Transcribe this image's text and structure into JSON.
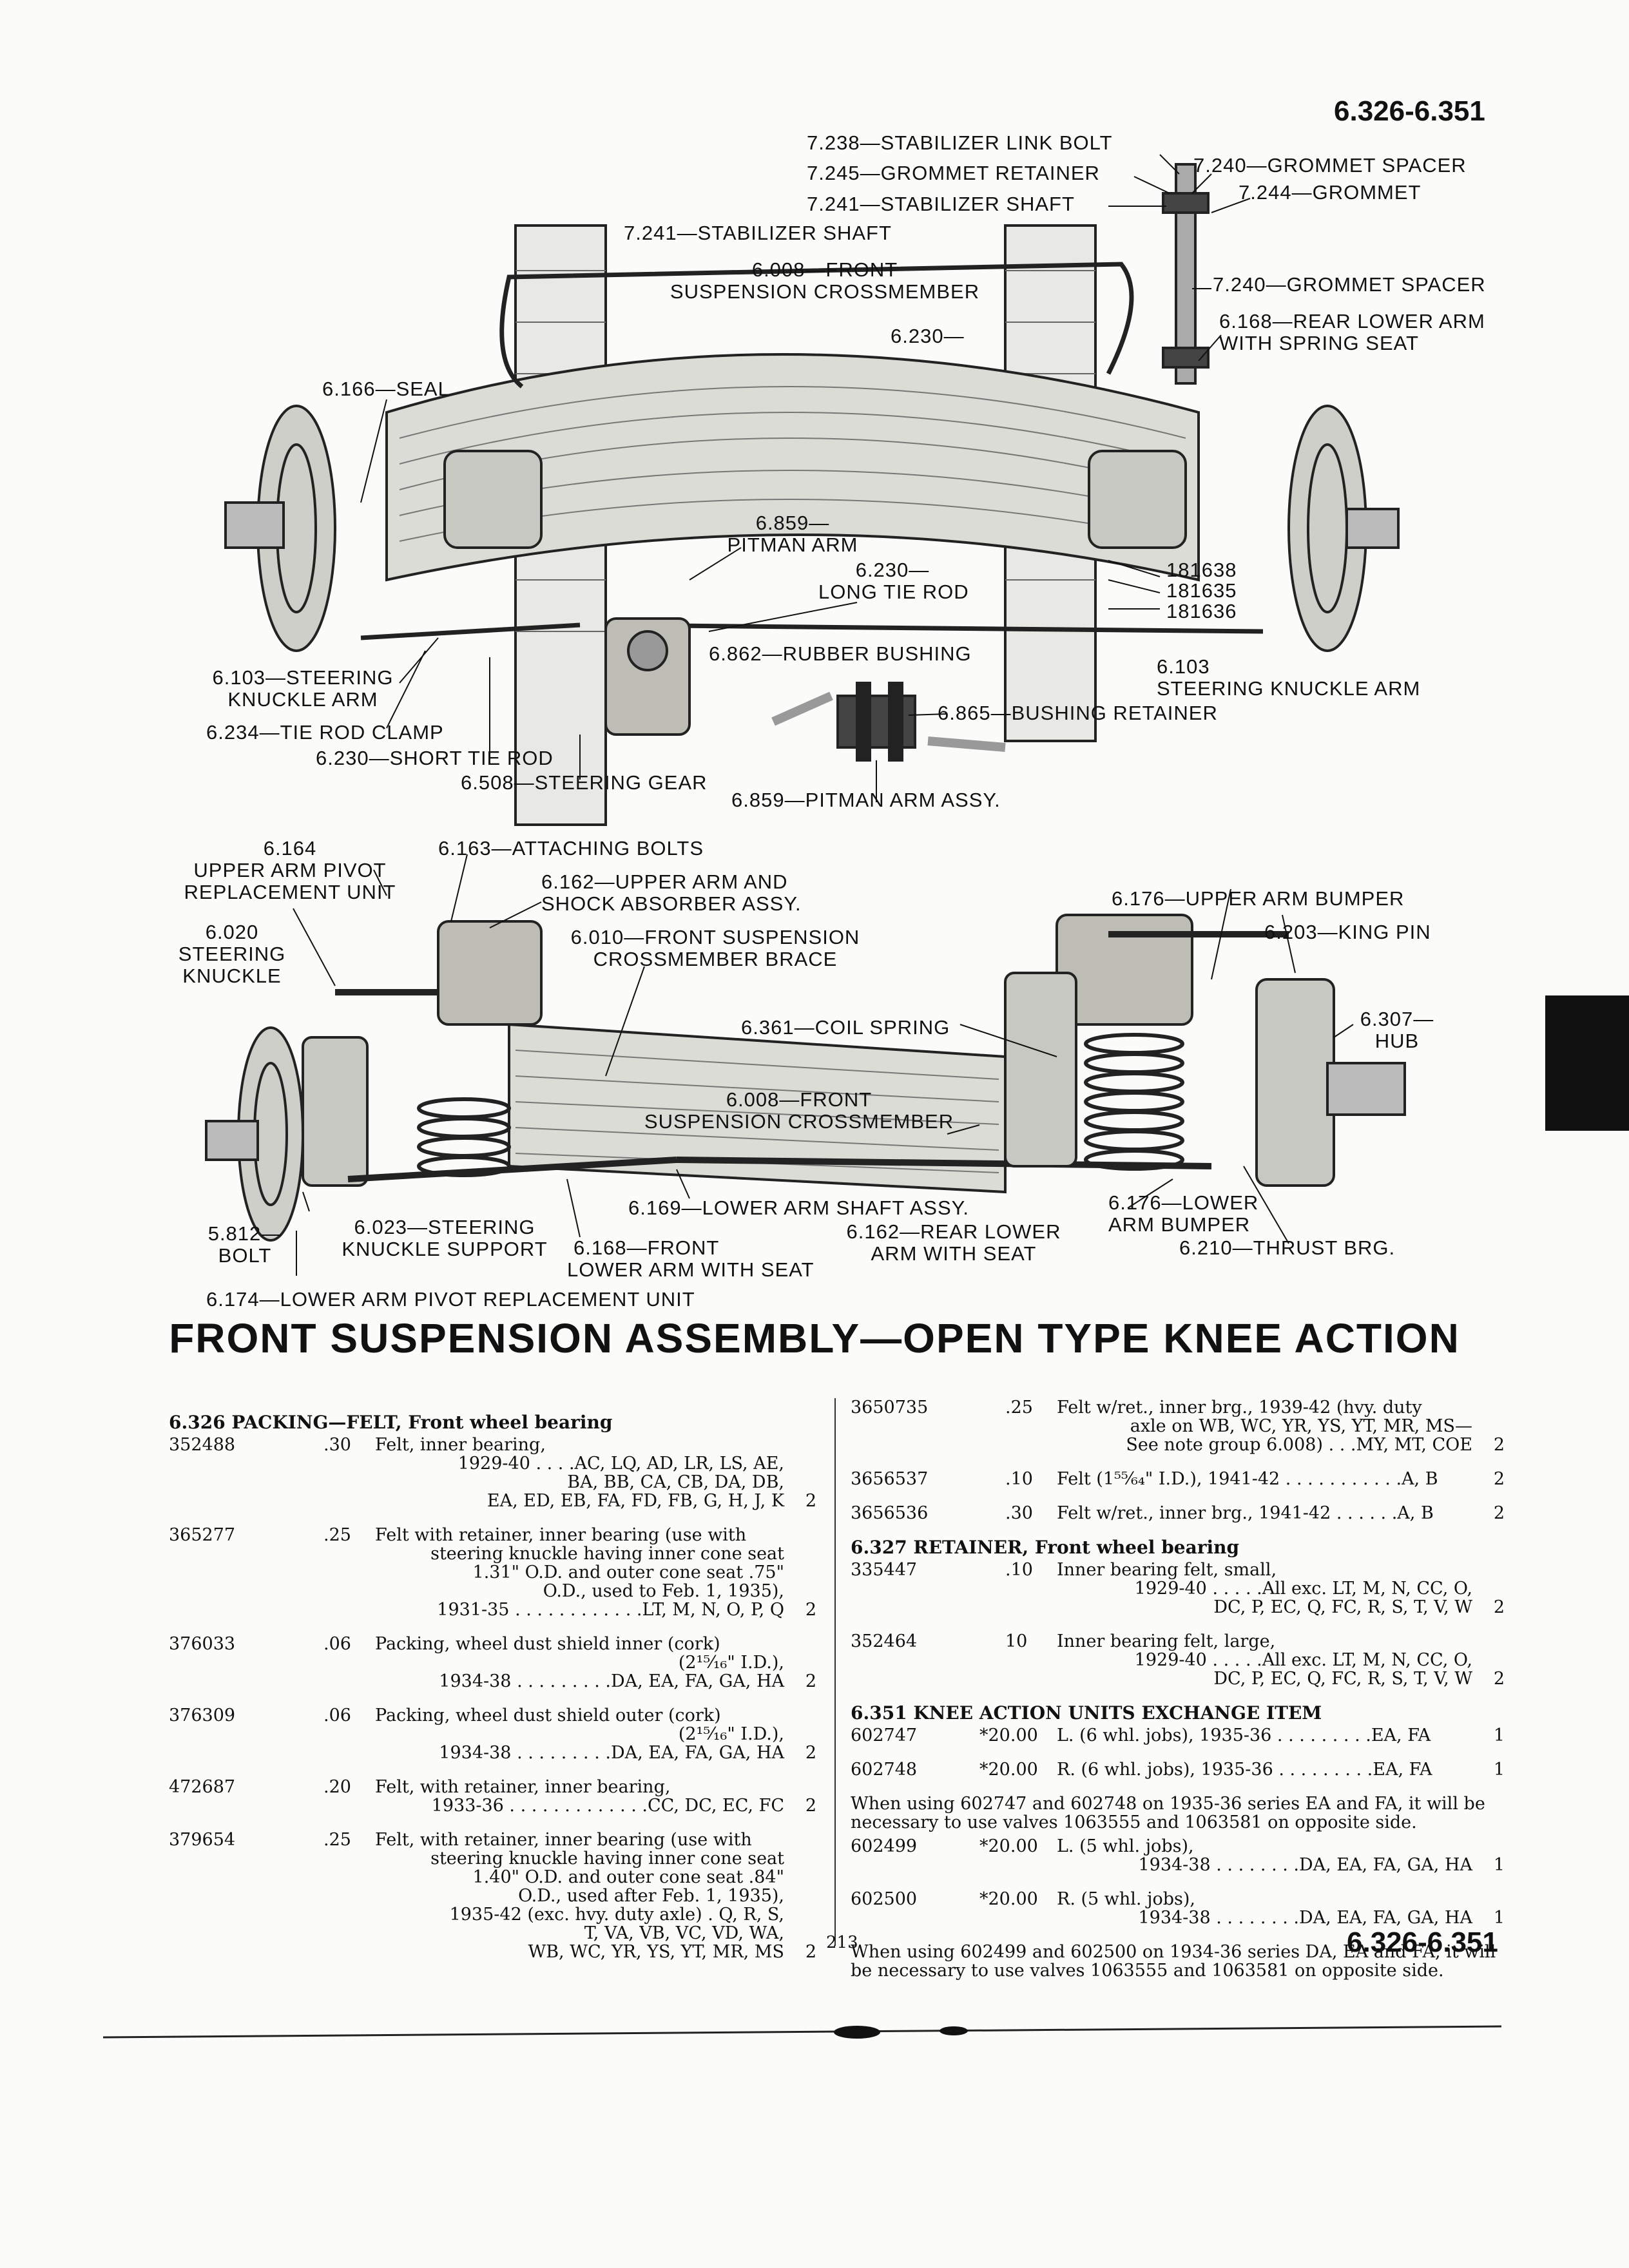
{
  "header": {
    "range_top": "6.326-6.351",
    "range_bottom": "6.326-6.351",
    "page_number": "213"
  },
  "diagram_top": {
    "labels": [
      "7.238—STABILIZER LINK BOLT",
      "7.245—GROMMET RETAINER",
      "7.241—STABILIZER SHAFT",
      "7.240—GROMMET SPACER",
      "7.244—GROMMET",
      "7.241—STABILIZER SHAFT",
      "6.008—FRONT",
      "SUSPENSION CROSSMEMBER",
      "7.240—GROMMET SPACER",
      "6.168—REAR LOWER ARM",
      "WITH SPRING SEAT",
      "6.166—SEAL",
      "6.230—",
      "6.859—",
      "PITMAN ARM",
      "6.230—",
      "LONG TIE ROD",
      "181638",
      "181635",
      "181636",
      "6.862—RUBBER BUSHING",
      "6.103—STEERING",
      "KNUCKLE ARM",
      "6.103",
      "STEERING KNUCKLE ARM",
      "6.865—BUSHING RETAINER",
      "6.234—TIE ROD CLAMP",
      "6.230—SHORT TIE ROD",
      "6.508—STEERING GEAR",
      "6.859—PITMAN ARM ASSY."
    ]
  },
  "diagram_bottom": {
    "labels": [
      "6.164",
      "UPPER ARM PIVOT",
      "REPLACEMENT UNIT",
      "6.163—ATTACHING BOLTS",
      "6.162—UPPER ARM AND",
      "SHOCK ABSORBER ASSY.",
      "6.020",
      "STEERING",
      "KNUCKLE",
      "6.010—FRONT SUSPENSION",
      "CROSSMEMBER BRACE",
      "6.176—UPPER ARM BUMPER",
      "6.203—KING PIN",
      "6.361—COIL SPRING",
      "6.307—",
      "HUB",
      "6.008—FRONT",
      "SUSPENSION CROSSMEMBER",
      "6.169—LOWER ARM SHAFT ASSY.",
      "6.176—LOWER",
      "ARM BUMPER",
      "5.812—",
      "BOLT",
      "6.023—STEERING",
      "KNUCKLE SUPPORT",
      "6.168—FRONT",
      "LOWER ARM WITH SEAT",
      "6.162—REAR LOWER",
      "ARM WITH SEAT",
      "6.210—THRUST BRG.",
      "6.174—LOWER ARM PIVOT REPLACEMENT UNIT"
    ]
  },
  "title": "FRONT SUSPENSION ASSEMBLY—OPEN TYPE KNEE ACTION",
  "left_column": {
    "section_6_326": "6.326  PACKING—FELT, Front wheel bearing",
    "entries": [
      {
        "part": "352488",
        "price": ".30",
        "desc": [
          "Felt, inner bearing,",
          "1929-40 . . . .AC, LQ, AD, LR, LS, AE,",
          "BA, BB, CA, CB, DA, DB,",
          "EA, ED, EB, FA, FD, FB, G, H, J, K"
        ],
        "qty": "2"
      },
      {
        "part": "365277",
        "price": ".25",
        "desc": [
          "Felt with retainer, inner bearing (use with",
          "steering knuckle having inner cone seat",
          "1.31\" O.D. and outer cone seat .75\"",
          "O.D., used to Feb. 1, 1935),",
          "1931-35 . . . . . . . . . . . .LT, M, N, O, P, Q"
        ],
        "qty": "2"
      },
      {
        "part": "376033",
        "price": ".06",
        "desc": [
          "Packing, wheel dust shield inner (cork)",
          "(2¹⁵⁄₁₆\" I.D.),",
          "1934-38 . . . . . . . . .DA, EA, FA, GA, HA"
        ],
        "qty": "2"
      },
      {
        "part": "376309",
        "price": ".06",
        "desc": [
          "Packing, wheel dust shield outer (cork)",
          "(2¹⁵⁄₁₆\" I.D.),",
          "1934-38 . . . . . . . . .DA, EA, FA, GA, HA"
        ],
        "qty": "2"
      },
      {
        "part": "472687",
        "price": ".20",
        "desc": [
          "Felt, with retainer, inner bearing,",
          "1933-36 . . . . . . . . . . . . .CC, DC, EC, FC"
        ],
        "qty": "2"
      },
      {
        "part": "379654",
        "price": ".25",
        "desc": [
          "Felt, with retainer, inner bearing (use with",
          "steering knuckle having inner cone seat",
          "1.40\" O.D. and outer cone seat .84\"",
          "O.D., used after Feb. 1, 1935),",
          "1935-42 (exc. hvy. duty axle) . Q, R, S,",
          "T, VA, VB, VC, VD, WA,",
          "WB, WC, YR, YS, YT, MR, MS"
        ],
        "qty": "2"
      }
    ]
  },
  "right_column": {
    "entries_top": [
      {
        "part": "3650735",
        "price": ".25",
        "desc": [
          "Felt w/ret., inner brg., 1939-42 (hvy. duty",
          "axle on WB, WC, YR, YS, YT, MR, MS—",
          "See note group 6.008) . . .MY, MT, COE"
        ],
        "qty": "2"
      },
      {
        "part": "3656537",
        "price": ".10",
        "desc": [
          "Felt (1⁵⁵⁄₆₄\" I.D.), 1941-42 . . . . . . . . . . .A, B"
        ],
        "qty": "2"
      },
      {
        "part": "3656536",
        "price": ".30",
        "desc": [
          "Felt w/ret., inner brg., 1941-42 . . . . . .A, B"
        ],
        "qty": "2"
      }
    ],
    "section_6_327": "6.327  RETAINER, Front wheel bearing",
    "entries_327": [
      {
        "part": "335447",
        "price": ".10",
        "desc": [
          "Inner bearing felt, small,",
          "1929-40 . . . . .All exc. LT, M, N, CC, O,",
          "DC, P, EC, Q, FC, R, S, T, V, W"
        ],
        "qty": "2"
      },
      {
        "part": "352464",
        "price": "10",
        "desc": [
          "Inner bearing felt, large,",
          "1929-40 . . . . .All exc. LT, M, N, CC, O,",
          "DC, P, EC, Q, FC, R, S, T, V, W"
        ],
        "qty": "2"
      }
    ],
    "section_6_351": "6.351  KNEE ACTION UNITS EXCHANGE ITEM",
    "entries_351a": [
      {
        "part": "602747",
        "price": "*20.00",
        "desc": [
          "L. (6 whl. jobs), 1935-36 . . . . . . . . .EA, FA"
        ],
        "qty": "1"
      },
      {
        "part": "602748",
        "price": "*20.00",
        "desc": [
          "R. (6 whl. jobs), 1935-36 . . . . . . . . .EA, FA"
        ],
        "qty": "1"
      }
    ],
    "note1": "When using 602747 and 602748 on 1935-36 series EA and FA, it will be necessary to use valves 1063555 and 1063581 on opposite side.",
    "entries_351b": [
      {
        "part": "602499",
        "price": "*20.00",
        "desc": [
          "L. (5 whl. jobs),",
          "1934-38 . . . . . . . .DA, EA, FA, GA, HA"
        ],
        "qty": "1"
      },
      {
        "part": "602500",
        "price": "*20.00",
        "desc": [
          "R. (5 whl. jobs),",
          "1934-38 . . . . . . . .DA, EA, FA, GA, HA"
        ],
        "qty": "1"
      }
    ],
    "note2": "When using 602499 and 602500 on 1934-36 series DA, EA and FA, it will be necessary to use valves 1063555 and 1063581 on opposite side."
  }
}
